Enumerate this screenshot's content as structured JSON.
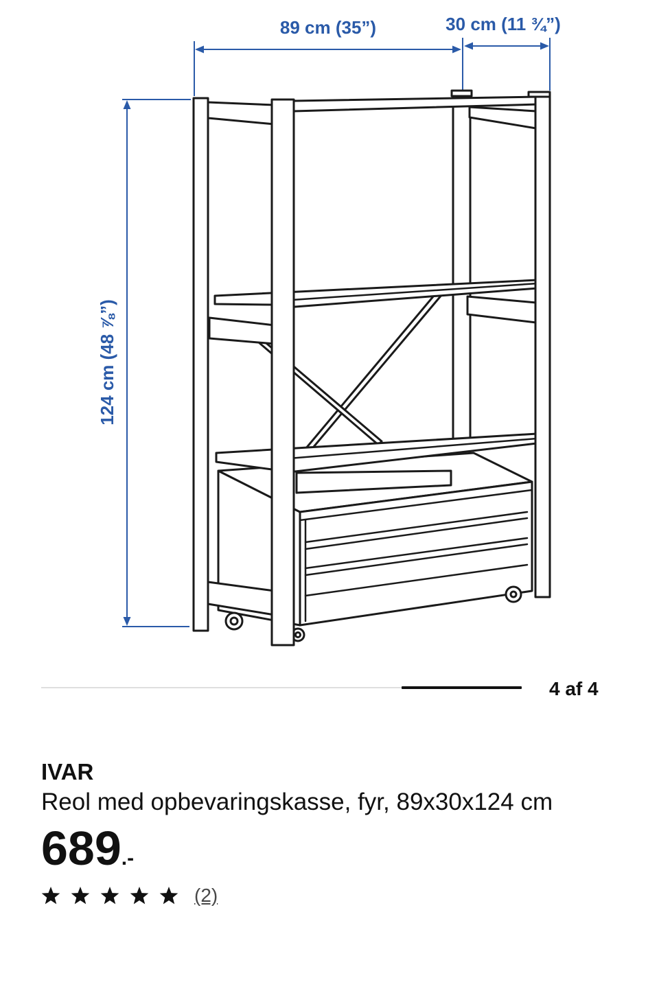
{
  "colors": {
    "text": "#111111",
    "secondary_text": "#484848",
    "dimension_blue": "#2a5aa8",
    "track": "#dfdfdf",
    "track_active": "#111111",
    "star": "#111111"
  },
  "product_image": {
    "dimensions": {
      "width_label": "89 cm (35”)",
      "depth_label": "30 cm (11 ¾”)",
      "height_label": "124 cm (48 ⅞”)"
    }
  },
  "carousel": {
    "current_image": 4,
    "total_images": 4,
    "counter_label": "4 af 4"
  },
  "product": {
    "name": "IVAR",
    "description": "Reol med opbevaringskasse, fyr, 89x30x124 cm",
    "price_main": "689",
    "price_suffix": ".-",
    "rating": 5,
    "rating_max": 5,
    "star_icon": "star-icon",
    "review_count_label": "(2)"
  }
}
